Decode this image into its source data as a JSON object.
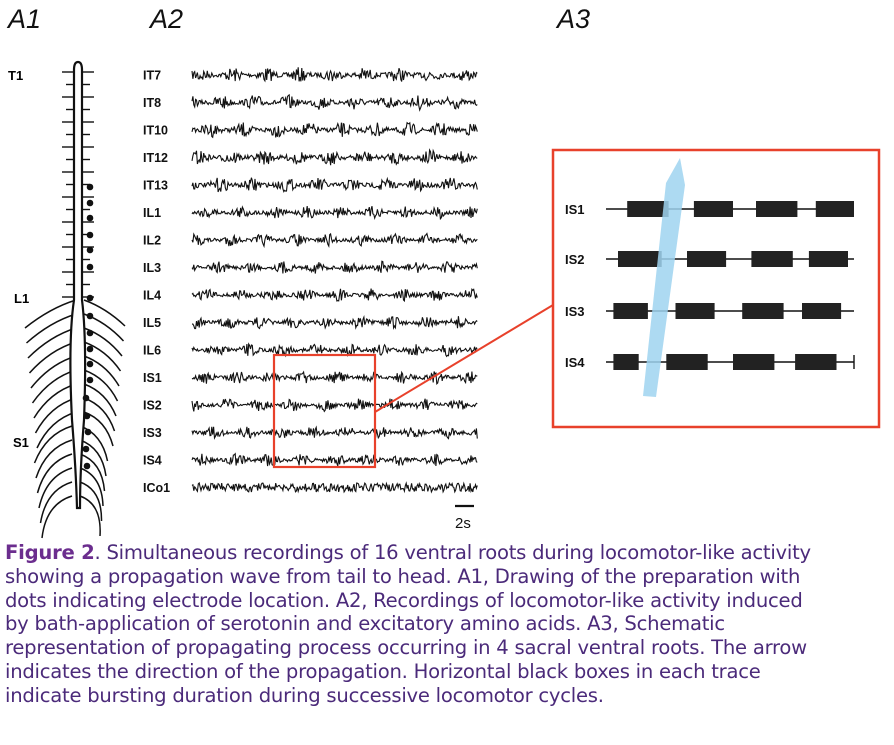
{
  "panels": {
    "a1": "A1",
    "a2": "A2",
    "a3": "A3"
  },
  "a1": {
    "labels": [
      "T1",
      "L1",
      "S1"
    ]
  },
  "a2": {
    "traces": [
      "IT7",
      "IT8",
      "IT10",
      "IT12",
      "IT13",
      "IL1",
      "IL2",
      "IL3",
      "IL4",
      "IL5",
      "IL6",
      "IS1",
      "IS2",
      "IS3",
      "IS4",
      "ICo1"
    ],
    "scale_bar": "2s"
  },
  "a3": {
    "traces": [
      {
        "name": "IS1",
        "bursts": [
          [
            0.04,
            0.22
          ],
          [
            0.33,
            0.5
          ],
          [
            0.6,
            0.78
          ],
          [
            0.86,
            1.04
          ]
        ]
      },
      {
        "name": "IS2",
        "bursts": [
          [
            0.0,
            0.19
          ],
          [
            0.3,
            0.47
          ],
          [
            0.58,
            0.76
          ],
          [
            0.83,
            1.0
          ]
        ]
      },
      {
        "name": "IS3",
        "bursts": [
          [
            -0.02,
            0.13
          ],
          [
            0.25,
            0.42
          ],
          [
            0.54,
            0.72
          ],
          [
            0.8,
            0.97
          ]
        ]
      },
      {
        "name": "IS4",
        "bursts": [
          [
            -0.02,
            0.09
          ],
          [
            0.21,
            0.39
          ],
          [
            0.5,
            0.68
          ],
          [
            0.77,
            0.95
          ]
        ]
      }
    ]
  },
  "caption": {
    "fig_label": "Figure 2",
    "lines": [
      ". Simultaneous recordings of 16 ventral roots during locomotor-like activity",
      "showing a propagation wave from tail to head. A1, Drawing of the preparation with",
      "dots indicating electrode location.  A2, Recordings of locomotor-like activity induced",
      "by bath-application of serotonin and excitatory amino acids. A3, Schematic",
      "representation of propagating  process occurring in 4 sacral ventral roots. The arrow",
      "indicates the direction of the propagation. Horizontal black boxes in each trace",
      "indicate bursting duration during successive locomotor cycles."
    ]
  }
}
